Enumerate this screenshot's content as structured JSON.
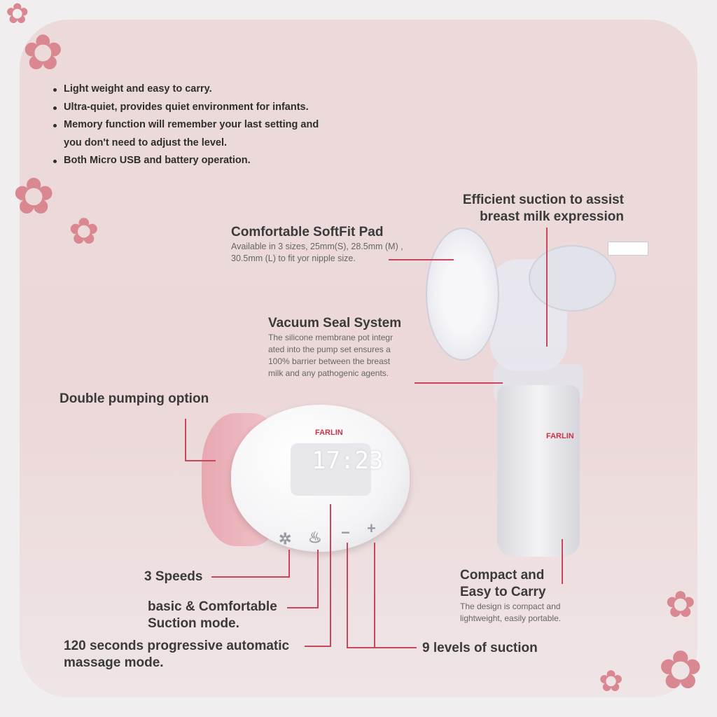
{
  "features": [
    "Light weight and easy to carry.",
    "Ultra-quiet, provides quiet environment for infants.",
    "Memory function will remember your last setting and",
    "you don't need to adjust the level.",
    "Both Micro USB and battery operation."
  ],
  "callouts": {
    "suction": {
      "title_1": "Efficient suction to assist",
      "title_2": "breast milk expression"
    },
    "softfit": {
      "title": "Comfortable SoftFit Pad",
      "desc_1": "Available in 3 sizes, 25mm(S), 28.5mm (M) ,",
      "desc_2": "30.5mm (L) to fit yor nipple size."
    },
    "vacuum": {
      "title": "Vacuum Seal System",
      "desc_1": "The silicone membrane pot integr",
      "desc_2": "ated into the pump set ensures a",
      "desc_3": "100% barrier between the breast",
      "desc_4": "milk and any pathogenic agents."
    },
    "double": {
      "title": "Double pumping option"
    },
    "speeds": {
      "title": "3 Speeds"
    },
    "mode": {
      "title_1": "basic & Comfortable",
      "title_2": "Suction mode."
    },
    "massage": {
      "title_1": "120 seconds progressive automatic",
      "title_2": "massage mode."
    },
    "levels": {
      "title": "9 levels of suction"
    },
    "compact": {
      "title_1": "Compact and",
      "title_2": "Easy to Carry",
      "desc_1": "The design is compact and",
      "desc_2": "lightweight, easily portable."
    }
  },
  "device": {
    "brand": "FARLIN",
    "display_time": "17:23",
    "buttons": [
      "✲",
      "♨",
      "−",
      "+"
    ],
    "accent": "#c8475a"
  }
}
